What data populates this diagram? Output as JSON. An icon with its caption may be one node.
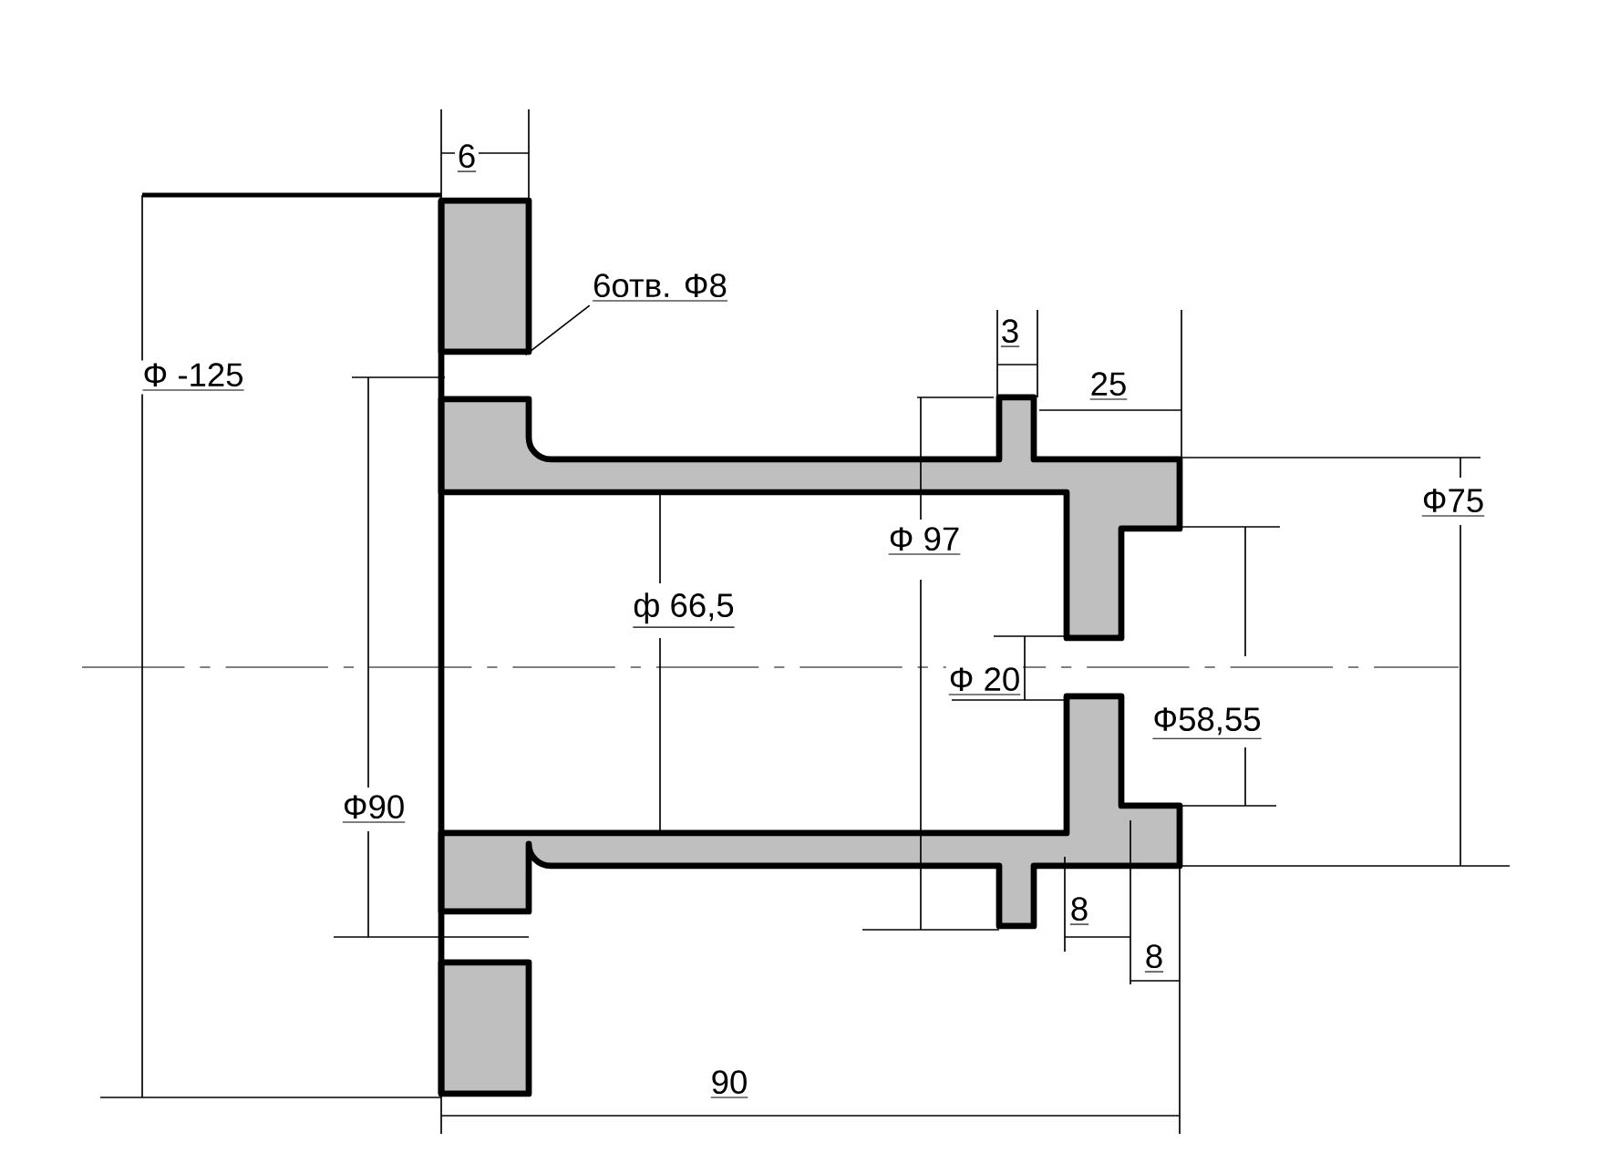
{
  "diagram": {
    "nodes": [
      {
        "text": [
          "6отв. Ф8"
        ]
      },
      {
        "text": [],
        "shape": "box"
      }
    ],
    "edges": [
      {
        "from": 0,
        "to": 1,
        "arrow": "none"
      }
    ],
    "labels": [
      "6",
      "3",
      "Ф -125",
      "25",
      "Ф75",
      "Ф 97",
      "ф 66,5",
      "Ф 20",
      "Ф58,55",
      "Ф90",
      "8",
      "8",
      "90"
    ]
  }
}
